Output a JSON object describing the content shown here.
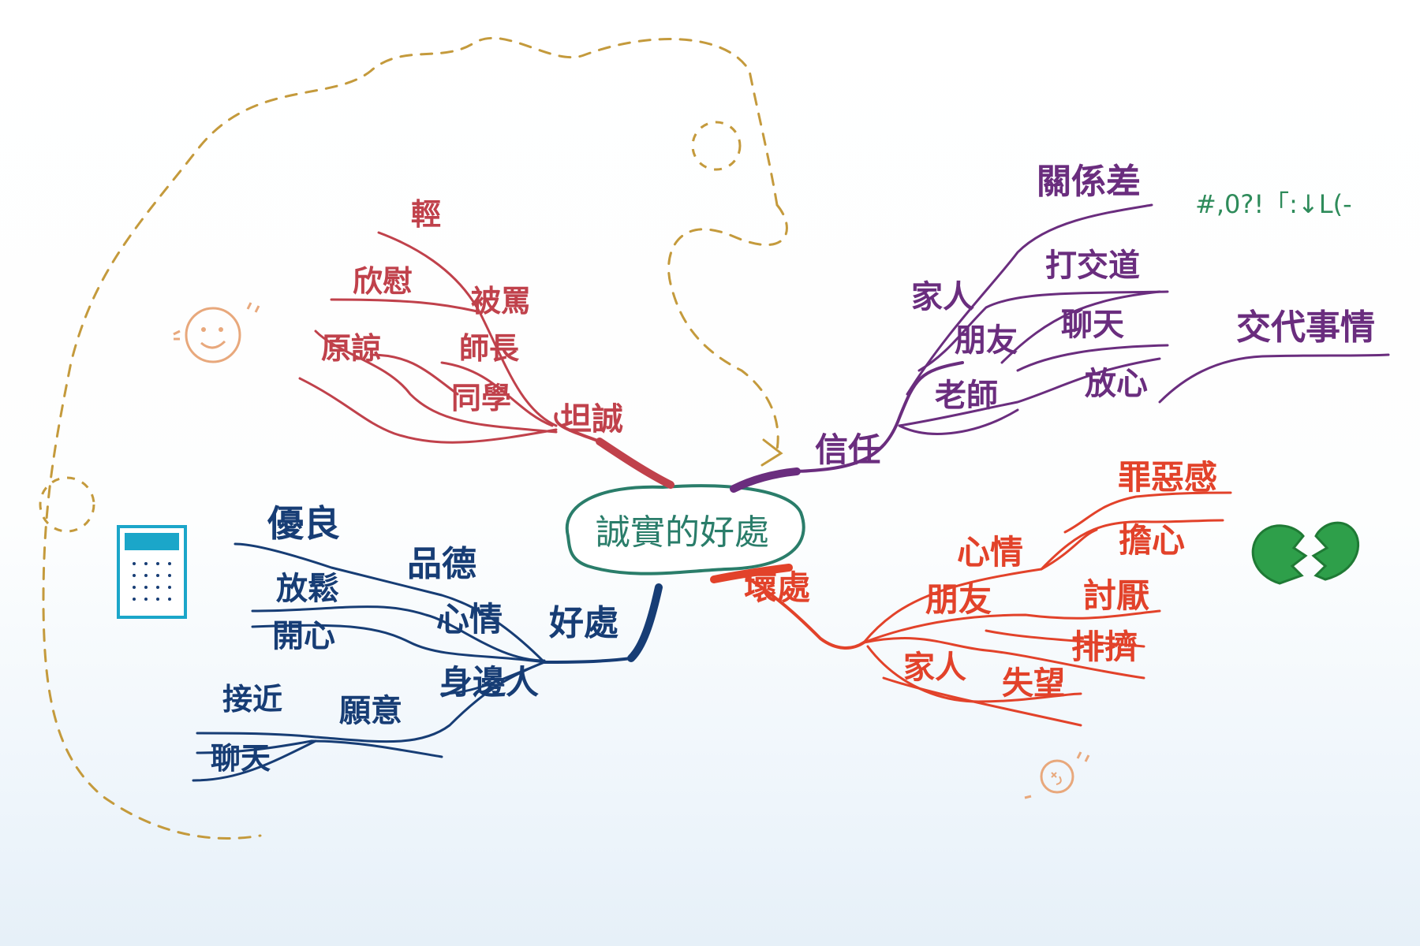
{
  "center": {
    "label": "誠實的好處"
  },
  "branches": {
    "top_left": {
      "color": "#c0414b",
      "root": "坦誠",
      "labels": [
        "輕",
        "欣慰",
        "被罵",
        "原諒",
        "師長",
        "同學"
      ]
    },
    "top_right": {
      "color": "#6a2d7e",
      "root": "信任",
      "labels": [
        "關係差",
        "打交道",
        "家人",
        "朋友",
        "聊天",
        "交代事情",
        "老師",
        "放心"
      ]
    },
    "bottom_right": {
      "color": "#e2422a",
      "root": "壞處",
      "labels": [
        "罪惡感",
        "心情",
        "擔心",
        "朋友",
        "討厭",
        "排擠",
        "家人",
        "失望"
      ]
    },
    "bottom_left": {
      "color": "#173d75",
      "root": "好處",
      "labels": [
        "優良",
        "品德",
        "放鬆",
        "開心",
        "心情",
        "身邊人",
        "接近",
        "願意",
        "聊天"
      ]
    }
  },
  "annotation": "#,0?!「:↓L(-",
  "doodles": [
    "smiley-face",
    "cross-face",
    "broken-heart",
    "award-certificate"
  ]
}
